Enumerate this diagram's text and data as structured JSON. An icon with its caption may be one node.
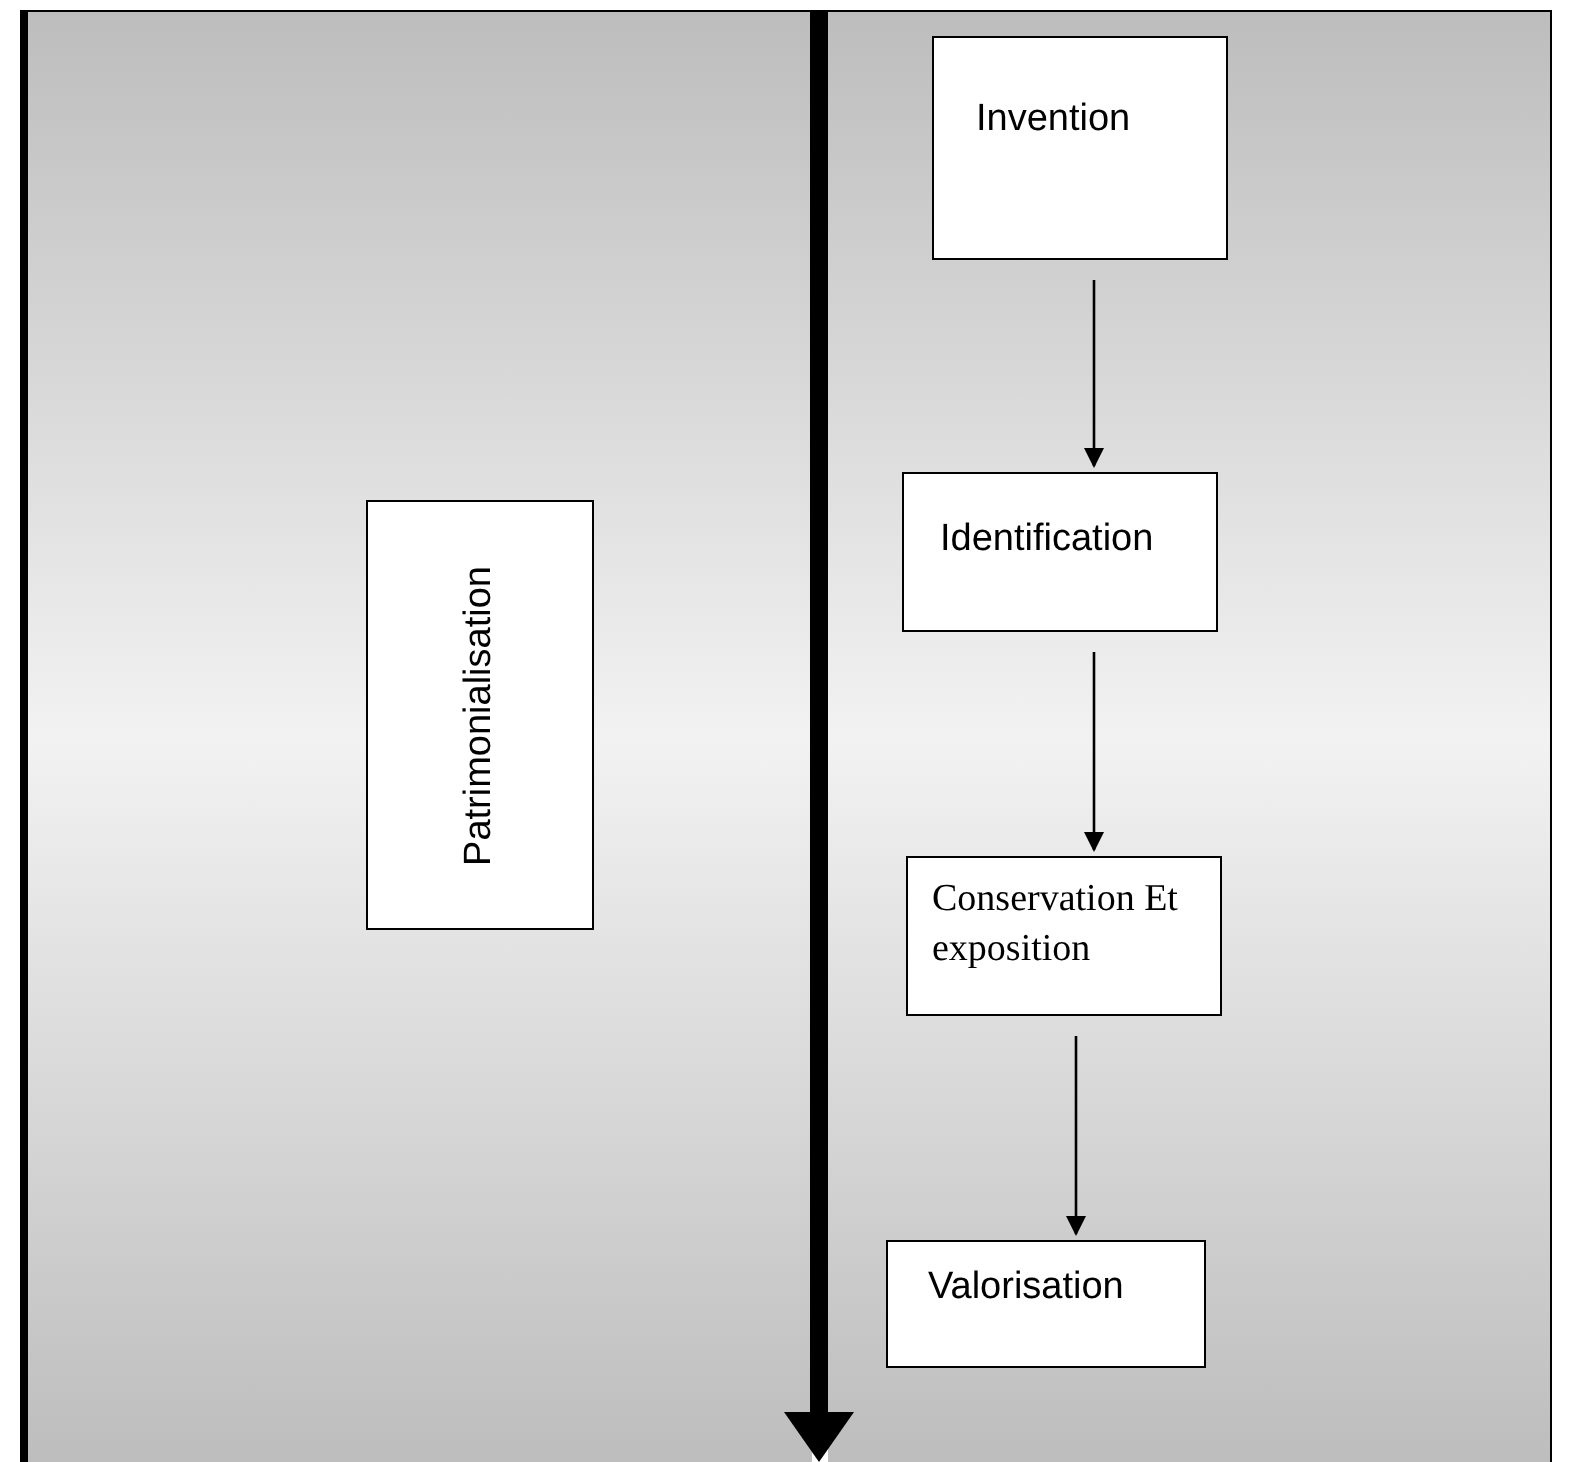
{
  "diagram": {
    "nodes": [
      {
        "text": [
          "Patrimonialisation"
        ]
      },
      {
        "text": [
          "Invention"
        ]
      },
      {
        "text": [
          "Identification"
        ]
      },
      {
        "text": [
          "Conservation Et exposition"
        ]
      },
      {
        "text": [
          "Valorisation"
        ]
      }
    ],
    "edges": [
      {
        "from": 1,
        "to": 2,
        "arrow": "to"
      },
      {
        "from": 2,
        "to": 3,
        "arrow": "to"
      },
      {
        "from": 3,
        "to": 4,
        "arrow": "to"
      }
    ]
  }
}
